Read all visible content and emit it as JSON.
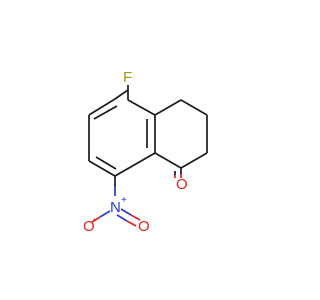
{
  "molecule": {
    "atoms": {
      "fluorine": "F",
      "nitrogen": "N",
      "nitrogen_charge": "+",
      "oxygen_nitro_single": "O",
      "oxygen_nitro_single_charge": "-",
      "oxygen_ketone": "O"
    },
    "colors": {
      "bond": "#1a1a1a",
      "fluorine": "#9a9a20",
      "nitrogen": "#2a3bd1",
      "oxygen": "#e8201c"
    }
  }
}
